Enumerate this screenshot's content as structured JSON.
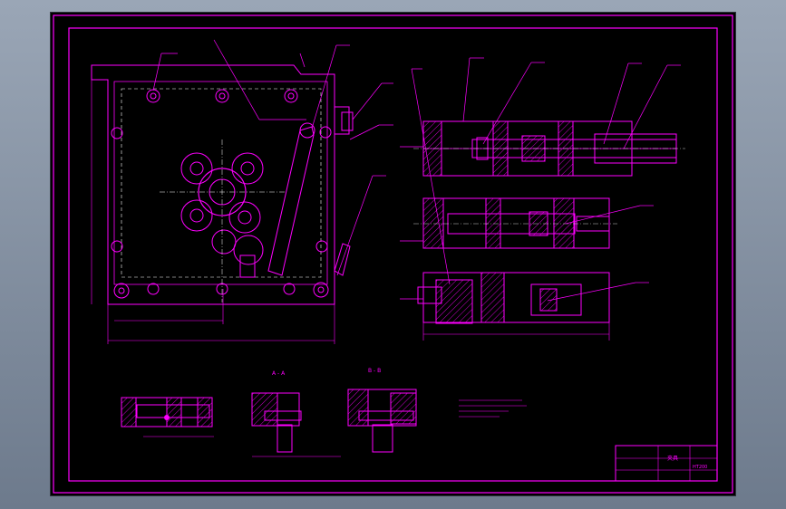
{
  "drawing": {
    "section_labels": {
      "left": "A - A",
      "right": "B - B"
    },
    "title_block": {
      "name": "夹具",
      "material": "HT200"
    }
  }
}
